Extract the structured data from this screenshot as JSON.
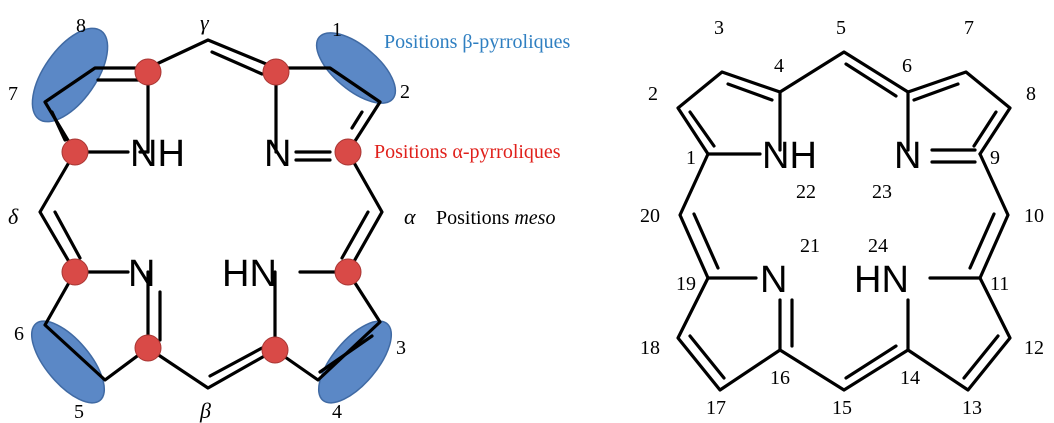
{
  "colors": {
    "beta_highlight": "#4a7cc0",
    "alpha_highlight": "#d94a47",
    "beta_text": "#2f7fc1",
    "alpha_text": "#e0201b",
    "bond": "#000000"
  },
  "left": {
    "atoms": {
      "nh_top": "NH",
      "n_top": "N",
      "n_bottom": "N",
      "hn_bottom": "HN"
    },
    "beta_numbers": [
      "8",
      "1",
      "7",
      "2",
      "6",
      "3",
      "5",
      "4"
    ],
    "meso": {
      "gamma": "γ",
      "delta": "δ",
      "alpha": "α",
      "beta": "β"
    },
    "labels": {
      "beta_positions": "Positions β-pyrroliques",
      "alpha_positions": "Positions α-pyrroliques",
      "meso_positions_prefix": "Positions ",
      "meso_positions_italic": "meso"
    }
  },
  "right": {
    "atoms": {
      "nh_top": "NH",
      "n_top": "N",
      "n_bottom": "N",
      "hn_bottom": "HN"
    },
    "numbers": [
      "1",
      "2",
      "3",
      "4",
      "5",
      "6",
      "7",
      "8",
      "9",
      "10",
      "11",
      "12",
      "13",
      "14",
      "15",
      "16",
      "17",
      "18",
      "19",
      "20",
      "21",
      "22",
      "23",
      "24"
    ]
  }
}
